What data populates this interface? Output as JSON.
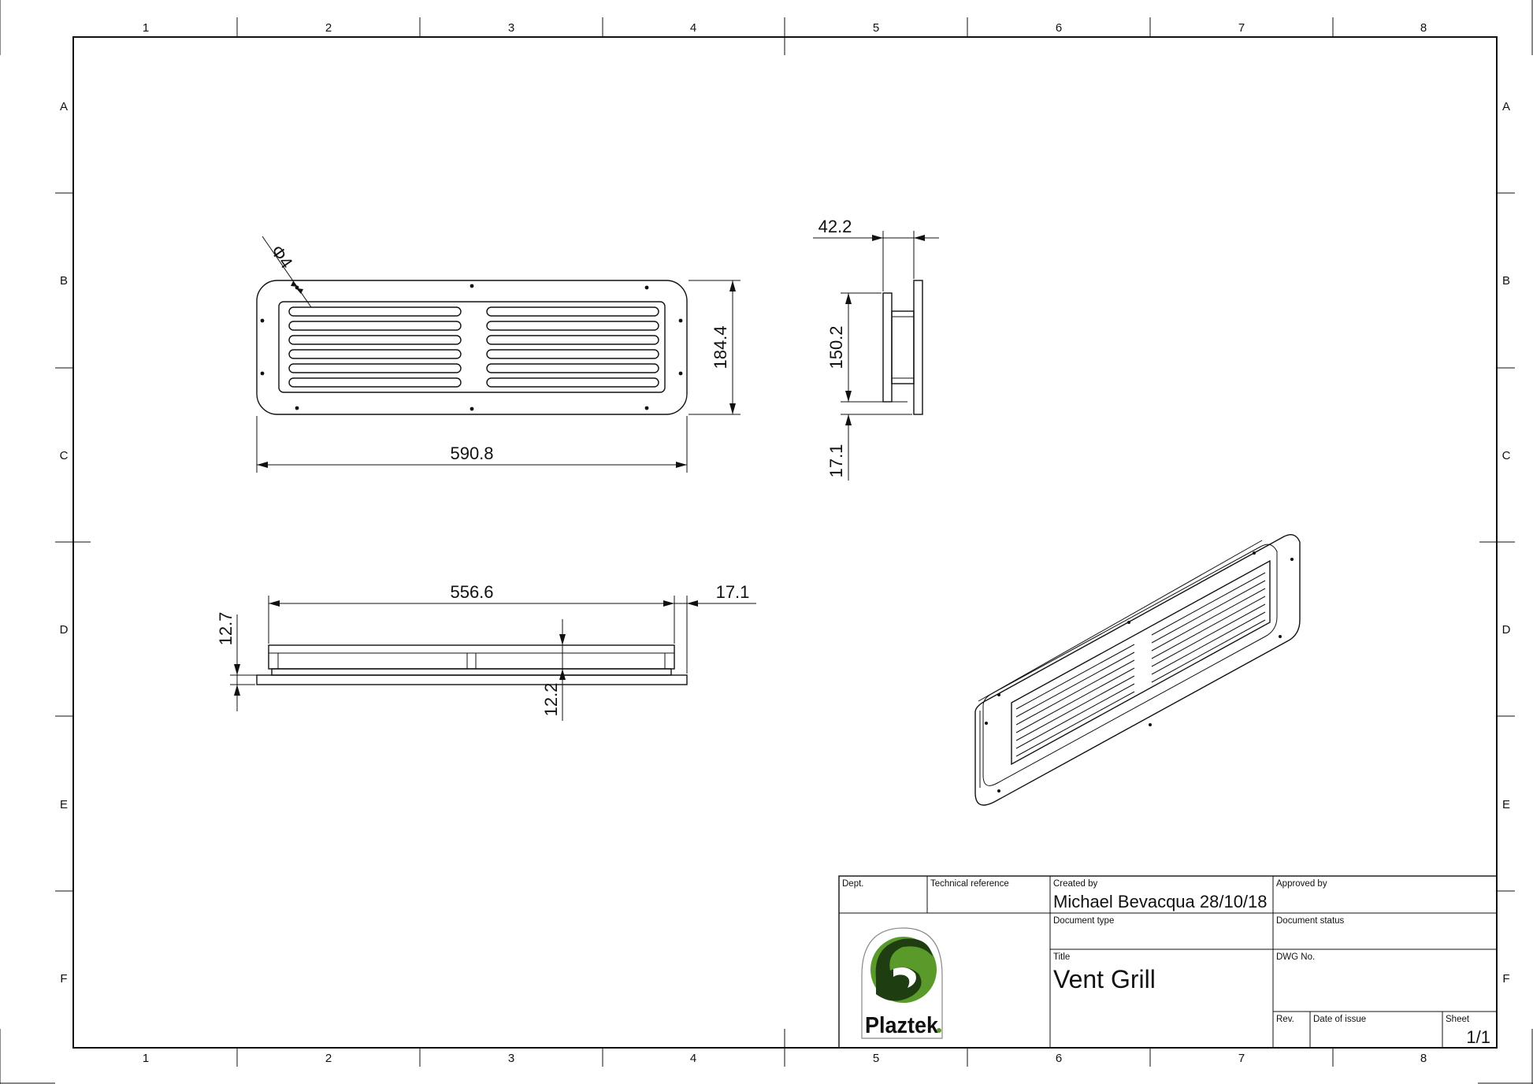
{
  "zones": {
    "columns": [
      "1",
      "2",
      "3",
      "4",
      "5",
      "6",
      "7",
      "8"
    ],
    "rows": [
      "A",
      "B",
      "C",
      "D",
      "E",
      "F"
    ]
  },
  "dimensions": {
    "front_width": "590.8",
    "front_height": "184.4",
    "hole_diameter": "Φ4",
    "side_depth": "42.2",
    "side_height": "150.2",
    "side_flange": "17.1",
    "bottom_inner_width": "556.6",
    "bottom_flange": "17.1",
    "bottom_left_height": "12.7",
    "bottom_right_height": "12.2"
  },
  "title_block": {
    "dept_label": "Dept.",
    "tech_ref_label": "Technical reference",
    "created_by_label": "Created by",
    "created_by_value": "Michael Bevacqua  28/10/18",
    "approved_by_label": "Approved by",
    "doc_type_label": "Document type",
    "doc_status_label": "Document status",
    "title_label": "Title",
    "title_value": "Vent Grill",
    "dwg_no_label": "DWG No.",
    "rev_label": "Rev.",
    "date_label": "Date of issue",
    "sheet_label": "Sheet",
    "sheet_value": "1/1",
    "logo_text": "Plaztek"
  },
  "colors": {
    "line": "#111111",
    "logo_green": "#5a9a2a",
    "logo_dark": "#1e3d10"
  }
}
